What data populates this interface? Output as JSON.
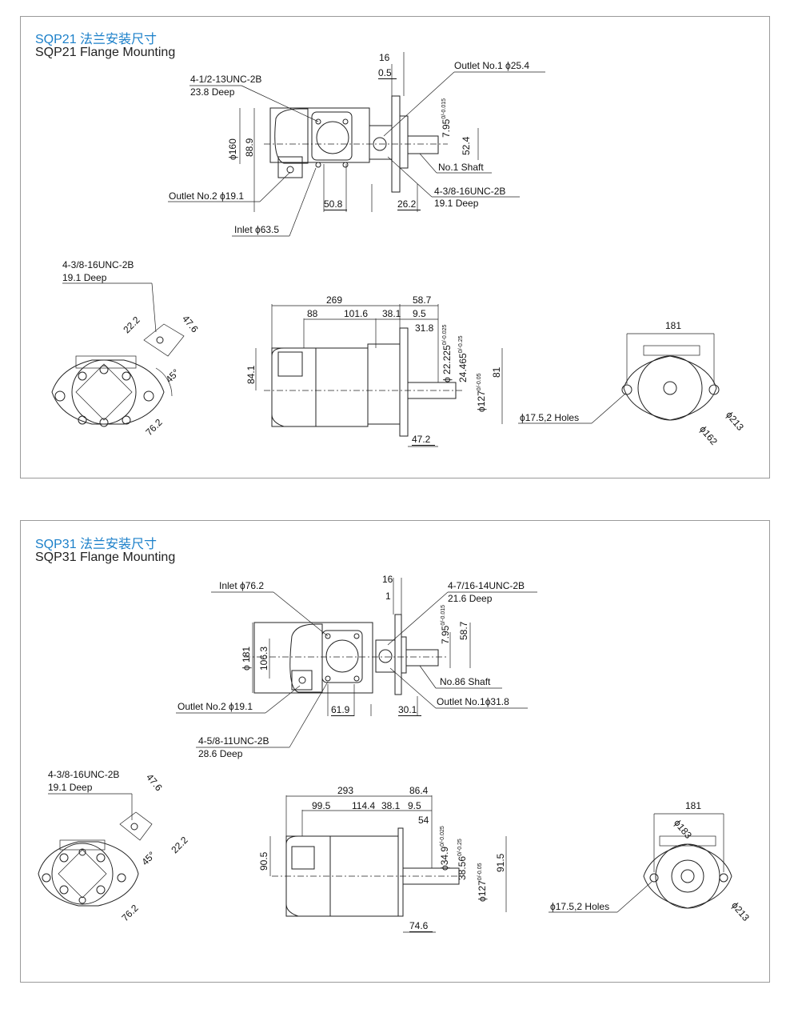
{
  "sections": [
    {
      "title_cn": "SQP21 法兰安装尺寸",
      "title_en": "SQP21 Flange Mounting",
      "labels": {
        "d16": "16",
        "d05": "0.5",
        "outlet1": "Outlet No.1 ϕ25.4",
        "thread1": "4-1/2-13UNC-2B",
        "thread1_deep": "23.8 Deep",
        "key_w": "7.95",
        "key_w_tol": "0/-0.015",
        "phi160": "ϕ160",
        "d889": "88.9",
        "d524": "52.4",
        "shaft": "No.1 Shaft",
        "thread2": "4-3/8-16UNC-2B",
        "thread2_deep": "19.1 Deep",
        "outlet2": "Outlet No.2 ϕ19.1",
        "d508": "50.8",
        "d262": "26.2",
        "inlet": "Inlet ϕ63.5",
        "bl_thread": "4-3/8-16UNC-2B",
        "bl_deep": "19.1 Deep",
        "bl_222": "22.2",
        "bl_476": "47.6",
        "bl_45": "45°",
        "bl_762": "76.2",
        "m269": "269",
        "m587": "58.7",
        "m88": "88",
        "m1016": "101.6",
        "m381": "38.1",
        "m95": "9.5",
        "m318": "31.8",
        "m22225": "ϕ 22.225",
        "m22225_tol": "0/-0.025",
        "m24465": "24.465",
        "m24465_tol": "0/-0.25",
        "m841": "84.1",
        "m127": "ϕ127",
        "m127_tol": "0/-0.05",
        "m81": "81",
        "m472": "47.2",
        "r181": "181",
        "r_holes": "ϕ17.5,2 Holes",
        "r213": "ϕ213",
        "r162": "ϕ162"
      }
    },
    {
      "title_cn": "SQP31 法兰安装尺寸",
      "title_en": "SQP31 Flange Mounting",
      "labels": {
        "inlet": "Inlet ϕ76.2",
        "d16": "16",
        "d1": "1",
        "thread1": "4-7/16-14UNC-2B",
        "thread1_deep": "21.6 Deep",
        "key_w": "7.95",
        "key_w_tol": "0/-0.015",
        "d587": "58.7",
        "phi181": "ϕ 181",
        "d1063": "106.3",
        "shaft": "No.86 Shaft",
        "outlet2": "Outlet No.2 ϕ19.1",
        "d619": "61.9",
        "d301": "30.1",
        "outlet1": "Outlet No.1ϕ31.8",
        "thread2": "4-5/8-11UNC-2B",
        "thread2_deep": "28.6 Deep",
        "bl_thread": "4-3/8-16UNC-2B",
        "bl_deep": "19.1 Deep",
        "bl_476": "47.6",
        "bl_222": "22.2",
        "bl_45": "45°",
        "bl_762": "76.2",
        "m293": "293",
        "m864": "86.4",
        "m995": "99.5",
        "m1144": "114.4",
        "m381": "38.1",
        "m95": "9.5",
        "m54": "54",
        "m349": "ϕ34.9",
        "m349_tol": "0/-0.025",
        "m3856": "38.56",
        "m3856_tol": "0/-0.25",
        "m905": "90.5",
        "m127": "ϕ127",
        "m127_tol": "0/-0.05",
        "m915": "91.5",
        "m746": "74.6",
        "r181": "181",
        "r183": "ϕ183",
        "r_holes": "ϕ17.5,2 Holes",
        "r213": "ϕ213"
      }
    }
  ]
}
